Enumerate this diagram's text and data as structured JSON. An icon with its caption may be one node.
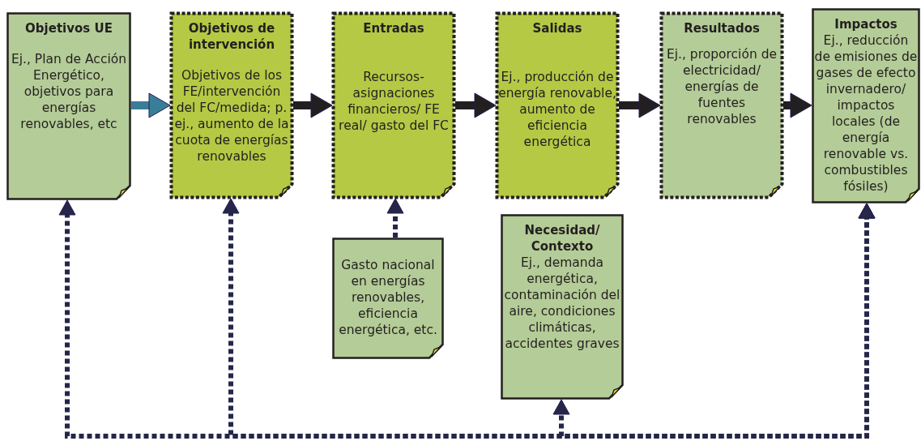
{
  "diagram": {
    "nodes": [
      {
        "text": [
          "Objetivos UE",
          "Ej., Plan de Acción Energético, objetivos para energías renovables, etc"
        ]
      },
      {
        "text": [
          "Objetivos de intervención",
          "Objetivos de los FE/intervención del FC/medida; p. ej., aumento de la cuota de energías renovables"
        ]
      },
      {
        "text": [
          "Entradas",
          "Recursos-asignaciones financieros/ FE real/ gasto del FC"
        ]
      },
      {
        "text": [
          "Salidas",
          "Ej., producción de energía renovable, aumento de eficiencia energética"
        ]
      },
      {
        "text": [
          "Resultados",
          "Ej., proporción de electricidad/ energías de fuentes renovables"
        ]
      },
      {
        "text": [
          "Impactos",
          "Ej., reducción de emisiones de gases de efecto invernadero/ impactos locales (de energía renovable vs. combustibles fósiles)"
        ]
      },
      {
        "text": [
          "Gasto nacional en energías renovables, eficiencia energética, etc."
        ]
      },
      {
        "text": [
          "Necesidad/ Contexto",
          "Ej., demanda energética, contaminación del aire, condiciones climáticas, accidentes graves"
        ]
      }
    ],
    "edges": [
      {
        "from": 0,
        "to": 1,
        "arrow": "to",
        "color": "#3a7d98"
      },
      {
        "from": 1,
        "to": 2,
        "arrow": "to"
      },
      {
        "from": 2,
        "to": 3,
        "arrow": "to"
      },
      {
        "from": 3,
        "to": 4,
        "arrow": "to"
      },
      {
        "from": 4,
        "to": 5,
        "arrow": "to"
      },
      {
        "from": 6,
        "to": 2,
        "arrow": "to",
        "style": "dashed"
      },
      {
        "from": 5,
        "to": 0,
        "arrow": "both",
        "style": "dashed"
      },
      {
        "from": 5,
        "to": 1,
        "arrow": "both",
        "style": "dashed"
      },
      {
        "from": 5,
        "to": 7,
        "arrow": "both",
        "style": "dashed"
      }
    ]
  }
}
